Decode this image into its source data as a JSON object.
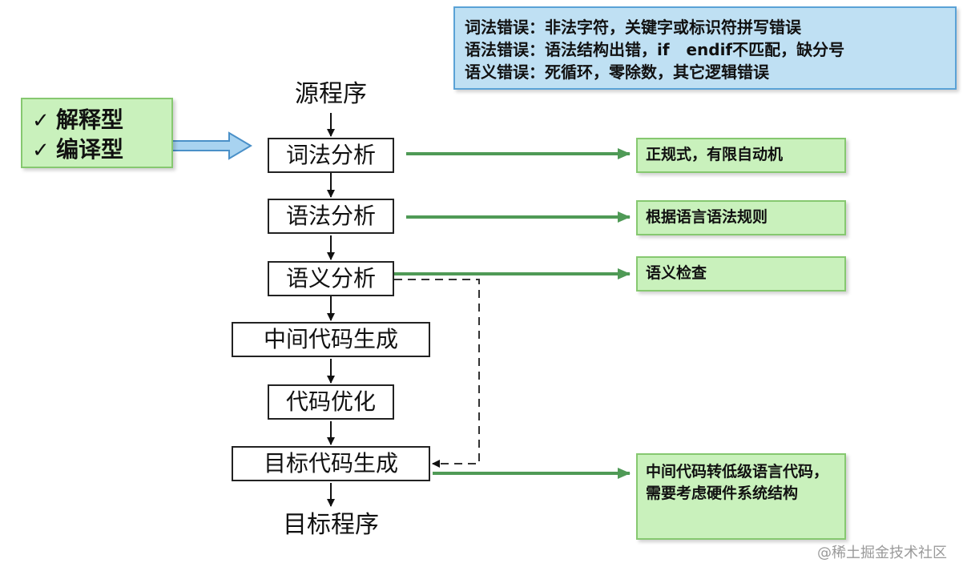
{
  "source_label": "源程序",
  "target_label": "目标程序",
  "error_box": {
    "lines": [
      "词法错误：非法字符，关键字或标识符拼写错误",
      "语法错误：语法结构出错，if   endif不匹配，缺分号",
      "语义错误：死循环，零除数，其它逻辑错误"
    ]
  },
  "compiler_types": {
    "check_glyph": "✓",
    "items": [
      "解释型",
      "编译型"
    ]
  },
  "stages": [
    "词法分析",
    "语法分析",
    "语义分析",
    "中间代码生成",
    "代码优化",
    "目标代码生成"
  ],
  "notes": {
    "lexical": "正规式，有限自动机",
    "syntax": "根据语言语法规则",
    "semantic": "语义检查",
    "target": "中间代码转低级语言代码，需要考虑硬件系统结构"
  },
  "watermark": "@稀土掘金技术社区",
  "colors": {
    "note_fill": "#c9f1bc",
    "note_border": "#86c870",
    "error_fill": "#bfe0f3",
    "error_border": "#5aa2d6",
    "green_arrow": "#4f9a56",
    "blue_arrow": "#a8d3f0"
  }
}
